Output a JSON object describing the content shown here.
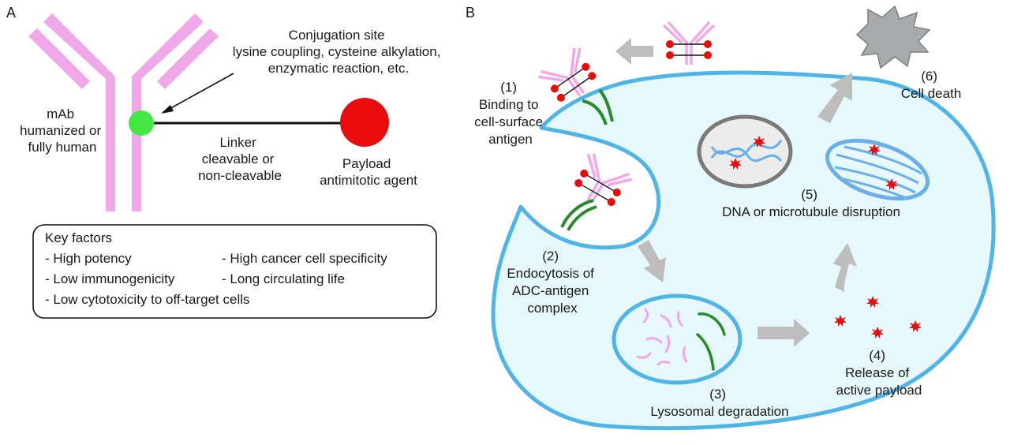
{
  "panel_a": {
    "letter": "A",
    "mab_label": [
      "mAb",
      "humanized or",
      "fully human"
    ],
    "conjugation_label": [
      "Conjugation site",
      "lysine coupling, cysteine alkylation,",
      "enzymatic reaction, etc."
    ],
    "linker_label": [
      "Linker",
      "cleavable or",
      "non-cleavable"
    ],
    "payload_label": [
      "Payload",
      "antimitotic agent"
    ],
    "key_factors": {
      "title": "Key factors",
      "col1": [
        "- High potency",
        "- Low immunogenicity",
        "- Low cytotoxicity to off-target cells"
      ],
      "col2": [
        "- High cancer cell specificity",
        "- Long circulating life"
      ]
    }
  },
  "panel_b": {
    "letter": "B",
    "steps": {
      "s1": [
        "(1)",
        "Binding to",
        "cell-surface",
        "antigen"
      ],
      "s2": [
        "(2)",
        "Endocytosis of",
        "ADC-antigen",
        "complex"
      ],
      "s3": [
        "(3)",
        "Lysosomal degradation"
      ],
      "s4": [
        "(4)",
        "Release of",
        "active payload"
      ],
      "s5": [
        "(5)",
        "DNA or microtubule disruption"
      ],
      "s6": [
        "(6)",
        "Cell death"
      ]
    }
  },
  "colors": {
    "antibody": "#f0a8e8",
    "conjugation_site": "#44e844",
    "payload": "#e80c0c",
    "cell_fill": "#e6f8fb",
    "cell_border": "#4fb4e6",
    "antigen": "#2a8a2a",
    "arrow": "#bdbdbd",
    "dna": "#6ab0e8",
    "dead_cell": "#a8abab",
    "nucleus_ring": "#7a7a7a"
  }
}
